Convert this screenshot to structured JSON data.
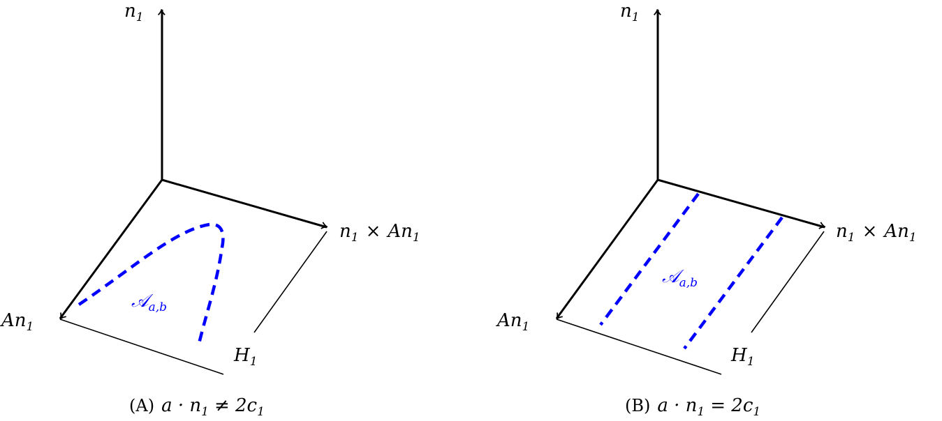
{
  "panels": [
    {
      "axis_up": "n",
      "axis_up_sub": "1",
      "axis_right": "n",
      "axis_right_sub": "1",
      "axis_right_op": "×",
      "axis_right_rest": "An",
      "axis_right_rest_sub": "1",
      "axis_left": "An",
      "axis_left_sub": "1",
      "plane": "H",
      "plane_sub": "1",
      "set": "𝒜",
      "set_sub": "a,b",
      "caption_tag": "(A)",
      "caption_math": "a · n",
      "caption_sub": "1",
      "caption_rel": "≠ 2c",
      "caption_sub2": "1"
    },
    {
      "axis_up": "n",
      "axis_up_sub": "1",
      "axis_right": "n",
      "axis_right_sub": "1",
      "axis_right_op": "×",
      "axis_right_rest": "An",
      "axis_right_rest_sub": "1",
      "axis_left": "An",
      "axis_left_sub": "1",
      "plane": "H",
      "plane_sub": "1",
      "set": "𝒜",
      "set_sub": "a,b",
      "caption_tag": "(B)",
      "caption_math": "a · n",
      "caption_sub": "1",
      "caption_rel": "= 2c",
      "caption_sub2": "1"
    }
  ],
  "colors": {
    "curve": "#0000ff",
    "axes": "#000000"
  }
}
